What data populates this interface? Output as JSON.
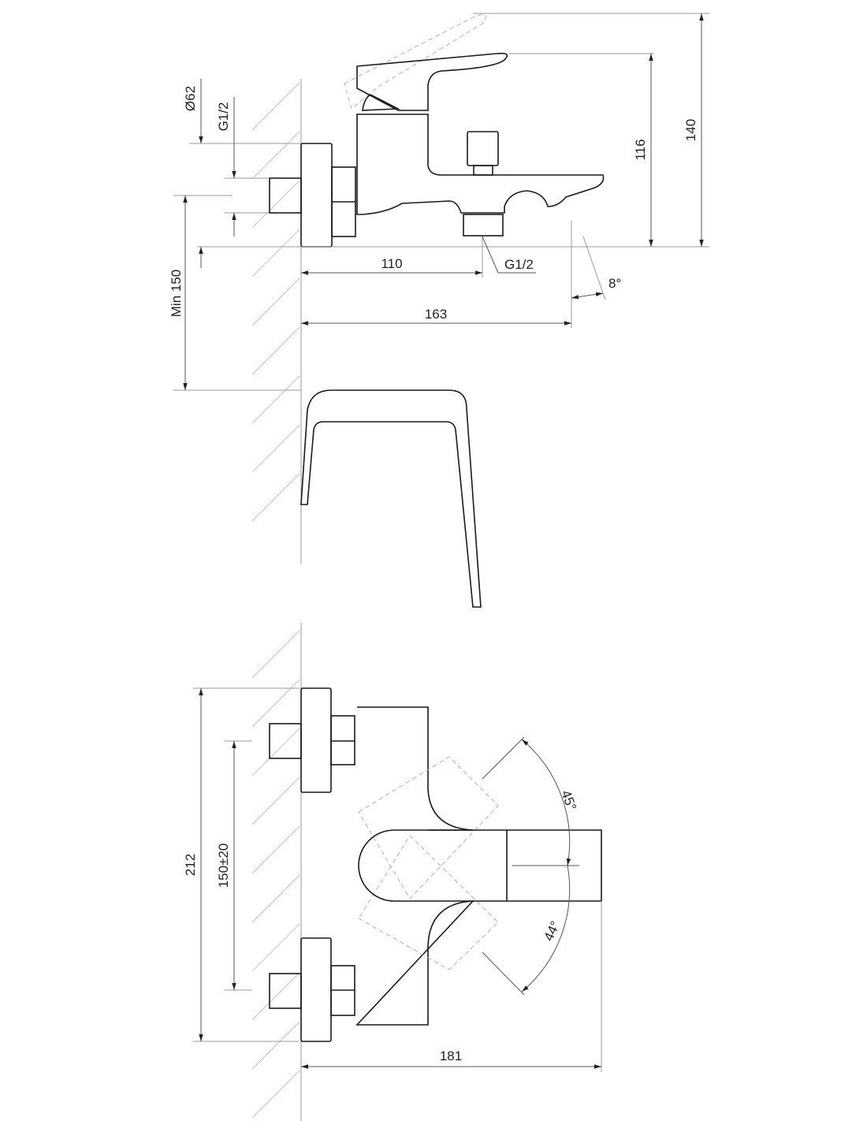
{
  "side_view": {
    "diameter_label": "Ø62",
    "inlet_thread_label": "G1/2",
    "min_height_label": "Min 150",
    "outlet_distance_label": "110",
    "outlet_thread_label": "G1/2",
    "spout_length_label": "163",
    "spout_angle_label": "8°",
    "lever_height_label": "116",
    "total_height_label": "140"
  },
  "top_view": {
    "height_label": "212",
    "inlet_spacing_label": "150±20",
    "width_label": "181",
    "angle_up_label": "45°",
    "angle_down_label": "44°"
  },
  "colors": {
    "line": "#1a1a1a",
    "dimension": "#555555",
    "hatch": "#c4c4c4"
  }
}
